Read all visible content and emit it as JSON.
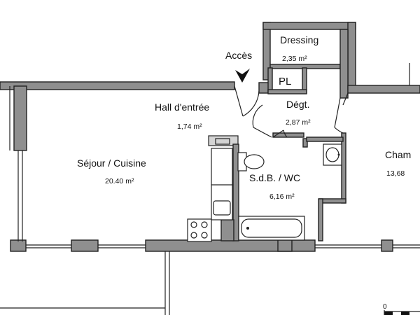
{
  "rooms": {
    "dressing": {
      "name": "Dressing",
      "area": "2,35 m²"
    },
    "pl": {
      "name": "PL"
    },
    "hall": {
      "name": "Hall d'entrée",
      "area": "1,74 m²"
    },
    "degt": {
      "name": "Dégt.",
      "area": "2,87 m²"
    },
    "sejour": {
      "name": "Séjour / Cuisine",
      "area": "20.40 m²"
    },
    "sdb": {
      "name": "S.d.B. / WC",
      "area": "6,16 m²"
    },
    "chambre": {
      "name": "Cham",
      "area": "13,68"
    }
  },
  "entrance": {
    "label": "Accès",
    "icon": "entrance-arrow-icon"
  },
  "scale": {
    "zero": "0"
  }
}
